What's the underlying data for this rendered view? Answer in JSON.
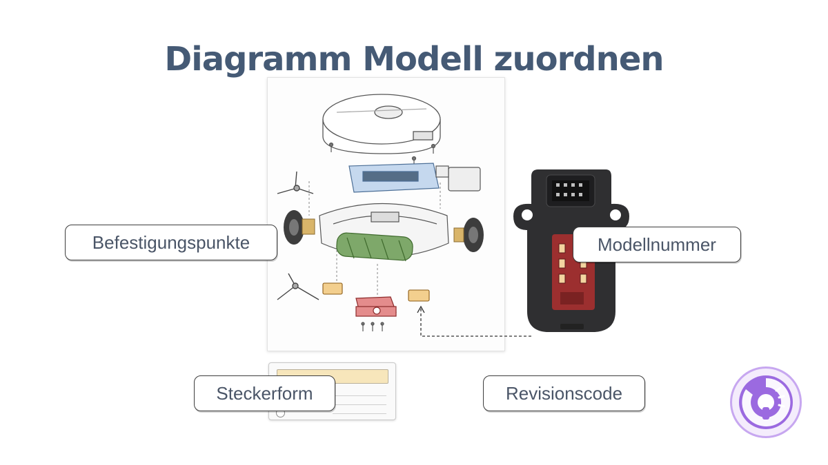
{
  "slide": {
    "title": "Diagramm Modell zuordnen"
  },
  "labels": {
    "mounting_points": "Befestigungspunkte",
    "model_number": "Modellnummer",
    "plug_shape": "Steckerform",
    "revision_code": "Revisionscode"
  },
  "images": {
    "diagram": "robot-vacuum-exploded-diagram",
    "device": "black-connector-module",
    "card": "spec-label-card",
    "logo": "purple-brand-logo"
  },
  "colors": {
    "title": "#455a75",
    "label_text": "#4a5567",
    "logo_accent": "#9b6ae0",
    "module_red": "#9c2f2f"
  }
}
